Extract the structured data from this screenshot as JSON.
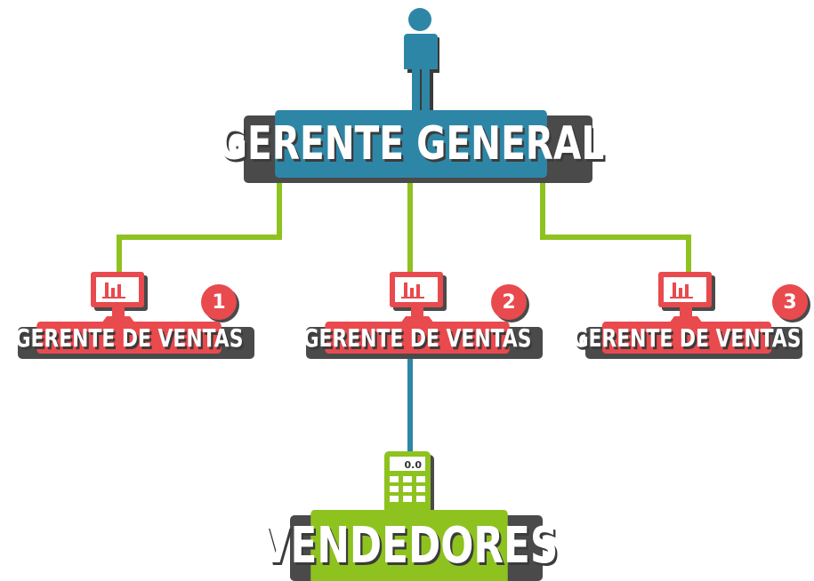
{
  "diagram": {
    "root": {
      "label": "GERENTE GENERAL",
      "icon": "person-icon"
    },
    "managers": [
      {
        "label": "GERENTE DE VENTAS",
        "number": "1",
        "icon": "monitor-chart-icon"
      },
      {
        "label": "GERENTE DE VENTAS",
        "number": "2",
        "icon": "monitor-chart-icon"
      },
      {
        "label": "GERENTE DE VENTAS",
        "number": "3",
        "icon": "monitor-chart-icon"
      }
    ],
    "sellers": {
      "label": "VENDEDORES",
      "icon": "calculator-icon",
      "display": "0.0"
    }
  },
  "colors": {
    "root": "#2e86a6",
    "manager": "#e84a4e",
    "sellers": "#8ec21f",
    "connector_green": "#8ec21f",
    "connector_blue": "#2e86a6",
    "shadow": "#4a4a4a"
  }
}
